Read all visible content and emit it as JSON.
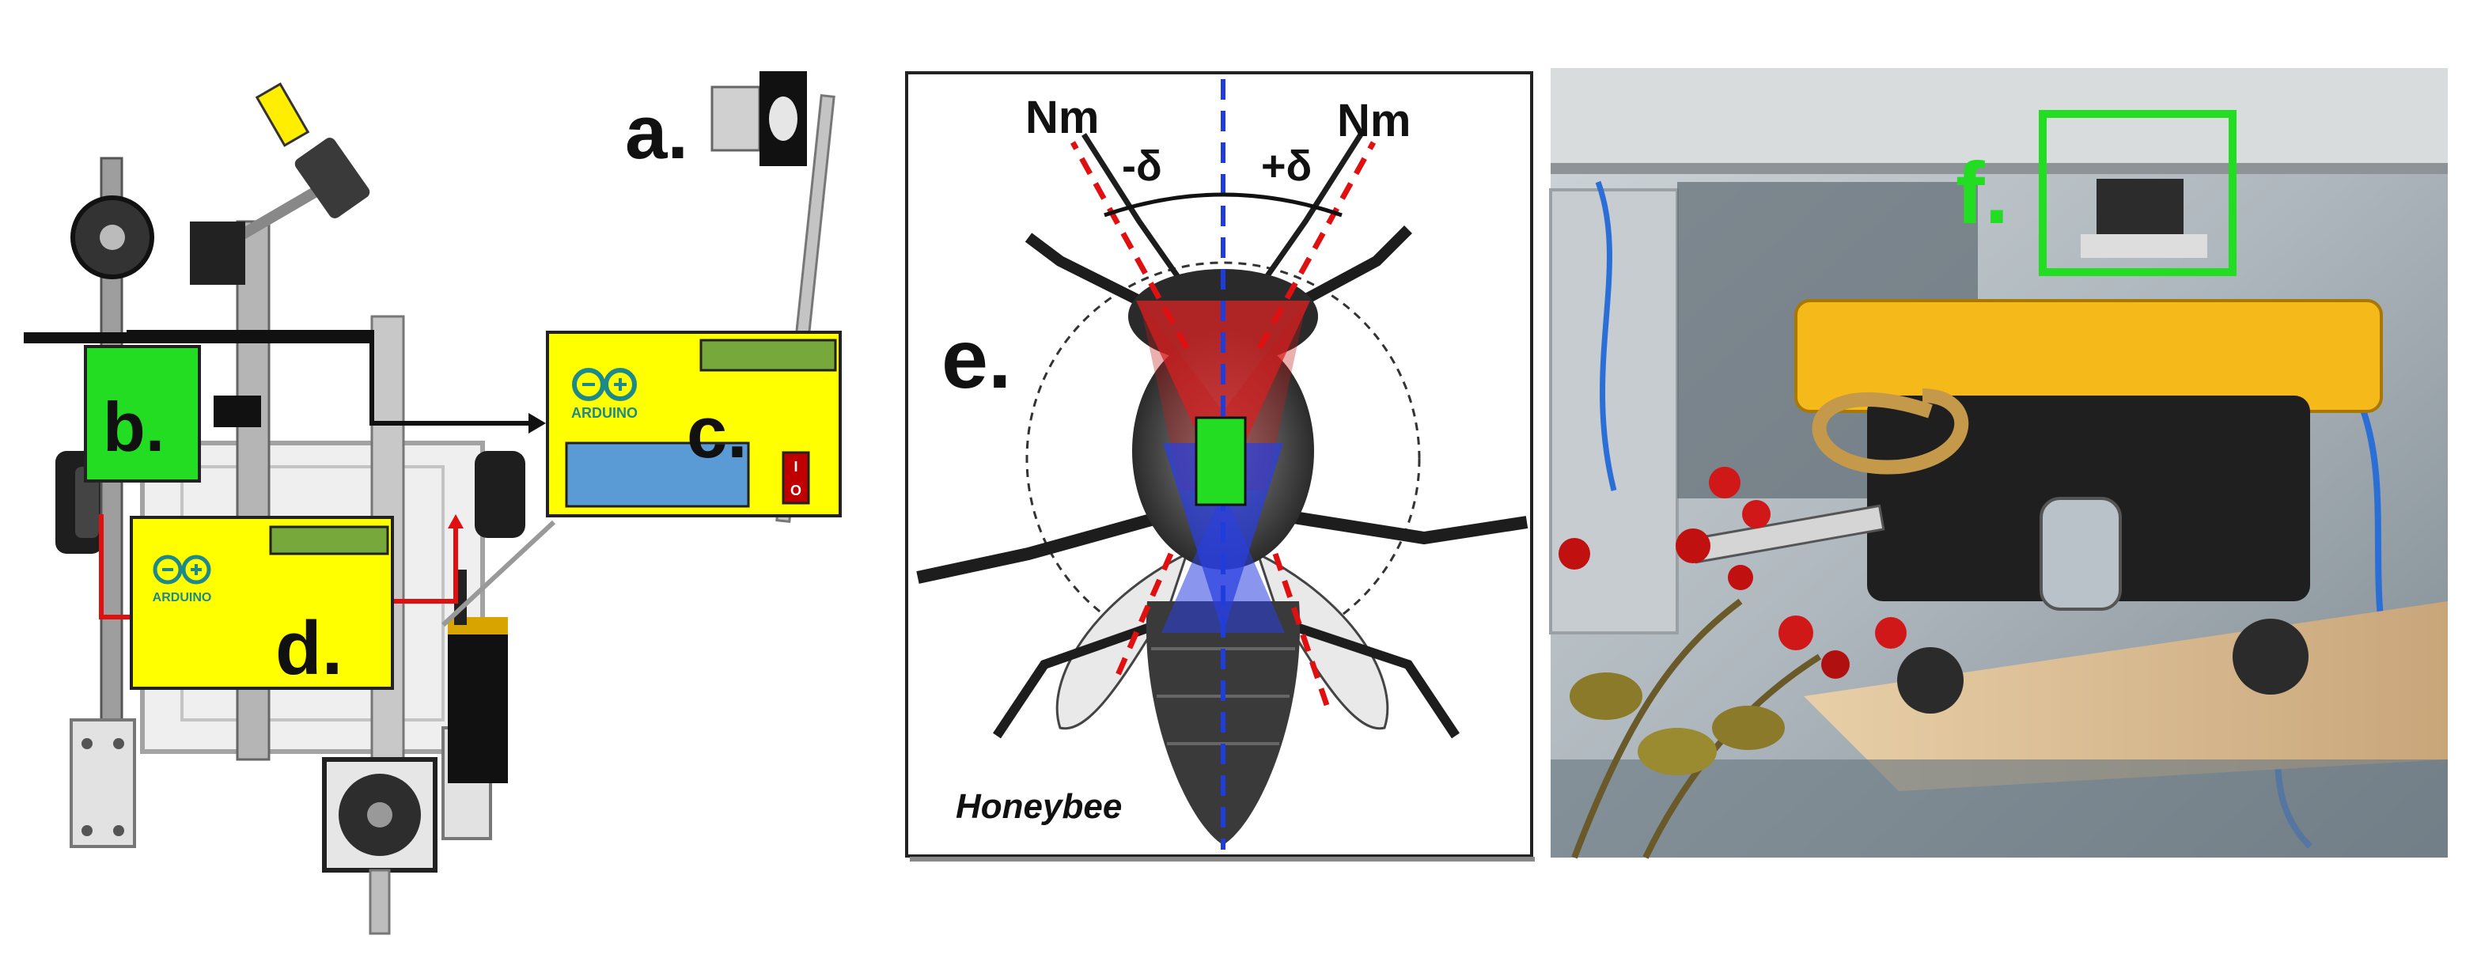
{
  "labels": {
    "a": "a.",
    "b": "b.",
    "c": "c.",
    "d": "d.",
    "e": "e.",
    "f": "f."
  },
  "arduino": {
    "brand": "ARDUINO",
    "switch_on": "I",
    "switch_off": "O"
  },
  "bee": {
    "caption": "Honeybee",
    "nm_left": "Nm",
    "nm_right": "Nm",
    "delta_minus": "-δ",
    "delta_plus": "+δ"
  },
  "colors": {
    "arduino_board": "#ffff00",
    "status_green": "#77a83c",
    "screen_blue": "#5b9bd5",
    "bright_green": "#22dd22",
    "wire_red": "#e01010",
    "axis_blue": "#1f3cdd",
    "sector_red": "#e32222",
    "sector_blue": "#2a3fe0",
    "frame_green": "#22dd22"
  }
}
